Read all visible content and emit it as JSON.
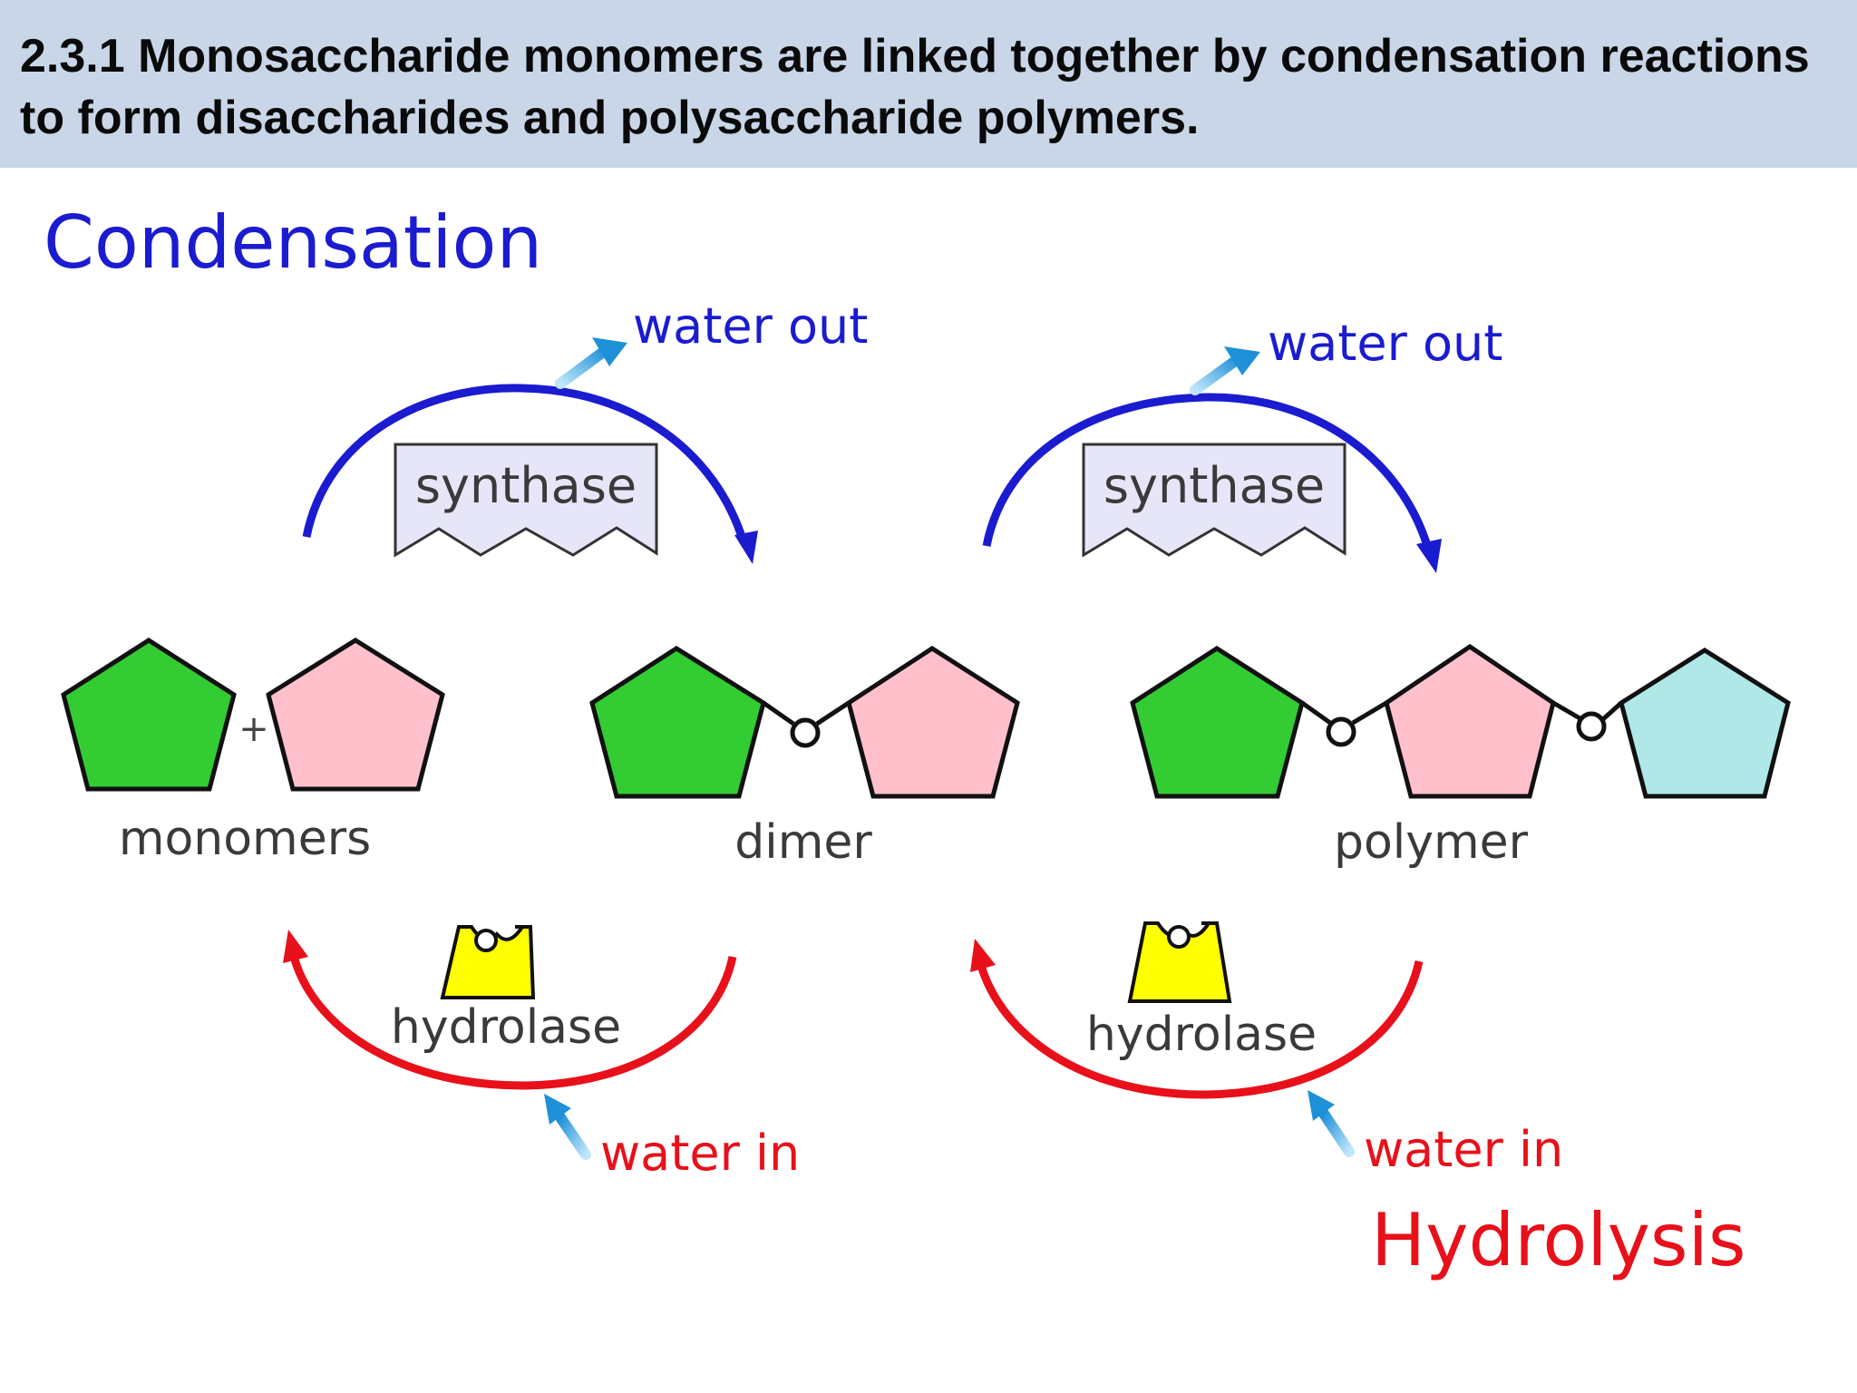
{
  "header": {
    "title": "2.3.1 Monosaccharide monomers are linked together by condensation reactions to form disaccharides and polysaccharide polymers."
  },
  "diagram": {
    "condensation_title": "Condensation",
    "hydrolysis_title": "Hydrolysis",
    "water_out_left": "water out",
    "water_out_right": "water out",
    "water_in_left": "water in",
    "water_in_right": "water in",
    "synthase_left": "synthase",
    "synthase_right": "synthase",
    "hydrolase_left": "hydrolase",
    "hydrolase_right": "hydrolase",
    "plus": "+",
    "monomers_label": "monomers",
    "dimer_label": "dimer",
    "polymer_label": "polymer"
  },
  "colors": {
    "condensation": "#1b1bd0",
    "hydrolysis": "#e8101a",
    "water_arrow": "#2aa0e0",
    "green_sugar": "#33cc33",
    "pink_sugar": "#ffc0cb",
    "cyan_sugar": "#b0e8e8",
    "enzyme_synthase": "#e6e6f8",
    "enzyme_hydrolase": "#ffff00"
  }
}
